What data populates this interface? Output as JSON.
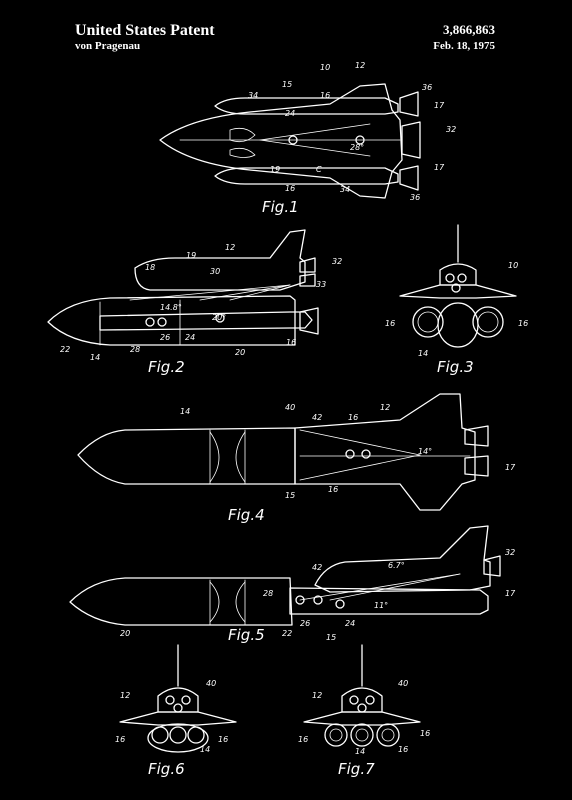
{
  "header": {
    "title": "United States Patent",
    "inventor": "von Pragenau",
    "patent_number": "3,866,863",
    "date": "Feb. 18, 1975"
  },
  "figures": [
    {
      "label": "Fig.1"
    },
    {
      "label": "Fig.2"
    },
    {
      "label": "Fig.3"
    },
    {
      "label": "Fig.4"
    },
    {
      "label": "Fig.5"
    },
    {
      "label": "Fig.6"
    },
    {
      "label": "Fig.7"
    }
  ],
  "ref_numerals": {
    "fig1": [
      "10",
      "12",
      "15",
      "16",
      "34",
      "24",
      "36",
      "17",
      "32",
      "28°",
      "19",
      "C",
      "16",
      "34",
      "17",
      "36"
    ],
    "fig2": [
      "12",
      "19",
      "18",
      "30",
      "32",
      "33",
      "14.8°",
      "20°",
      "22",
      "14",
      "28",
      "26",
      "24",
      "20",
      "16"
    ],
    "fig3": [
      "10",
      "16",
      "16",
      "14"
    ],
    "fig4": [
      "14",
      "40",
      "42",
      "16",
      "12",
      "14°",
      "17",
      "15",
      "16"
    ],
    "fig5": [
      "42",
      "6.7°",
      "32",
      "28",
      "11°",
      "17",
      "20",
      "26",
      "24",
      "22",
      "15"
    ],
    "fig6": [
      "12",
      "40",
      "16",
      "16",
      "14"
    ],
    "fig7": [
      "12",
      "40",
      "16",
      "16",
      "14",
      "16"
    ]
  },
  "colors": {
    "background": "#000000",
    "ink": "#ffffff"
  }
}
